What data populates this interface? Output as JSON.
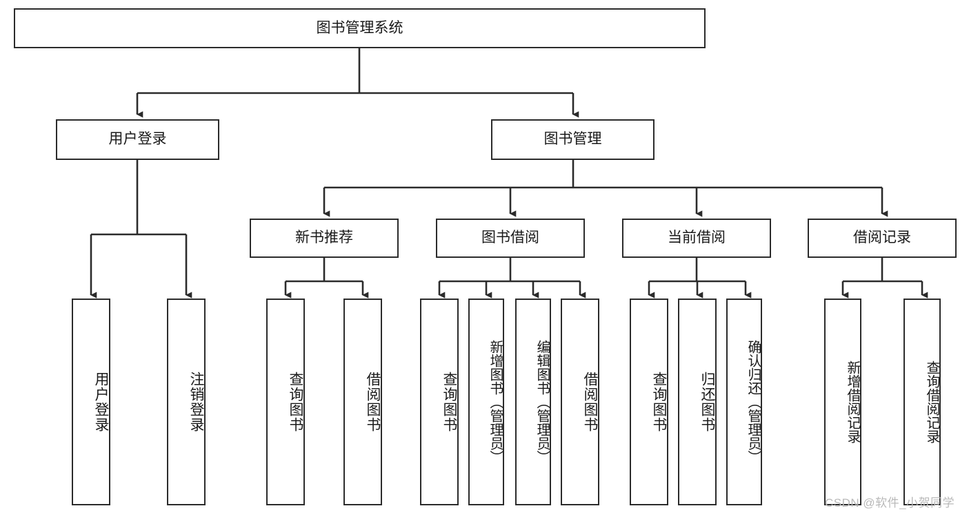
{
  "diagram": {
    "type": "tree-hierarchy-chart",
    "title": "图书管理系统",
    "colors": {
      "stroke": "#2b2b2b",
      "fill": "#ffffff",
      "text": "#1a1a1a",
      "watermark": "#b9b9b9"
    },
    "levels": {
      "root": {
        "label": "图书管理系统"
      },
      "level1": [
        {
          "id": "user-login",
          "label": "用户登录"
        },
        {
          "id": "book-manage",
          "label": "图书管理"
        }
      ],
      "level2": [
        {
          "id": "new-book-recommend",
          "label": "新书推荐",
          "parent": "book-manage"
        },
        {
          "id": "book-borrow",
          "label": "图书借阅",
          "parent": "book-manage"
        },
        {
          "id": "current-borrow",
          "label": "当前借阅",
          "parent": "book-manage"
        },
        {
          "id": "borrow-record",
          "label": "借阅记录",
          "parent": "book-manage"
        }
      ],
      "leaves": [
        {
          "id": "leaf-user-login",
          "label": "用户登录",
          "parent": "user-login"
        },
        {
          "id": "leaf-user-logout",
          "label": "注销登录",
          "parent": "user-login"
        },
        {
          "id": "leaf-query-book-1",
          "label": "查询图书",
          "parent": "new-book-recommend"
        },
        {
          "id": "leaf-borrow-book-1",
          "label": "借阅图书",
          "parent": "new-book-recommend"
        },
        {
          "id": "leaf-query-book-2",
          "label": "查询图书",
          "parent": "book-borrow"
        },
        {
          "id": "leaf-add-book",
          "label": "新增图书（管理员）",
          "parent": "book-borrow"
        },
        {
          "id": "leaf-edit-book",
          "label": "编辑图书（管理员）",
          "parent": "book-borrow"
        },
        {
          "id": "leaf-borrow-book-2",
          "label": "借阅图书",
          "parent": "book-borrow"
        },
        {
          "id": "leaf-query-book-3",
          "label": "查询图书",
          "parent": "current-borrow"
        },
        {
          "id": "leaf-return-book",
          "label": "归还图书",
          "parent": "current-borrow"
        },
        {
          "id": "leaf-confirm-return",
          "label": "确认归还（管理员）",
          "parent": "current-borrow"
        },
        {
          "id": "leaf-add-record",
          "label": "新增借阅记录",
          "parent": "borrow-record"
        },
        {
          "id": "leaf-query-record",
          "label": "查询借阅记录",
          "parent": "borrow-record"
        }
      ]
    },
    "watermark": "CSDN @软件_小贺同学"
  }
}
